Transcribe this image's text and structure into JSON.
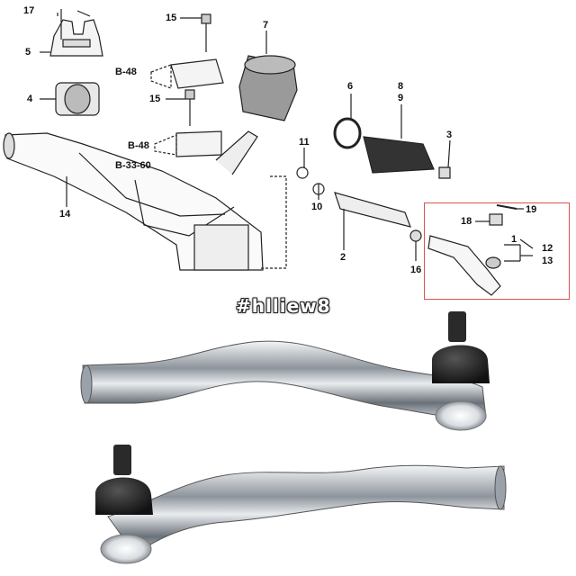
{
  "diagram": {
    "part_numbers": {
      "p17": "17",
      "p5": "5",
      "p4": "4",
      "p15a": "15",
      "p15b": "15",
      "p7": "7",
      "p14": "14",
      "p6": "6",
      "p8": "8",
      "p9": "9",
      "p3": "3",
      "p11": "11",
      "p10": "10",
      "p2": "2",
      "p16": "16",
      "p19": "19",
      "p18": "18",
      "p1": "1",
      "p12": "12",
      "p13": "13"
    },
    "refs": {
      "r1": "B-48",
      "r2": "B-48",
      "r3": "B-33-60"
    }
  },
  "watermark": "#hlliew8",
  "colors": {
    "highlight_box": "#d9534f",
    "line_art": "#222222",
    "chrome": "#c8cdd3"
  }
}
